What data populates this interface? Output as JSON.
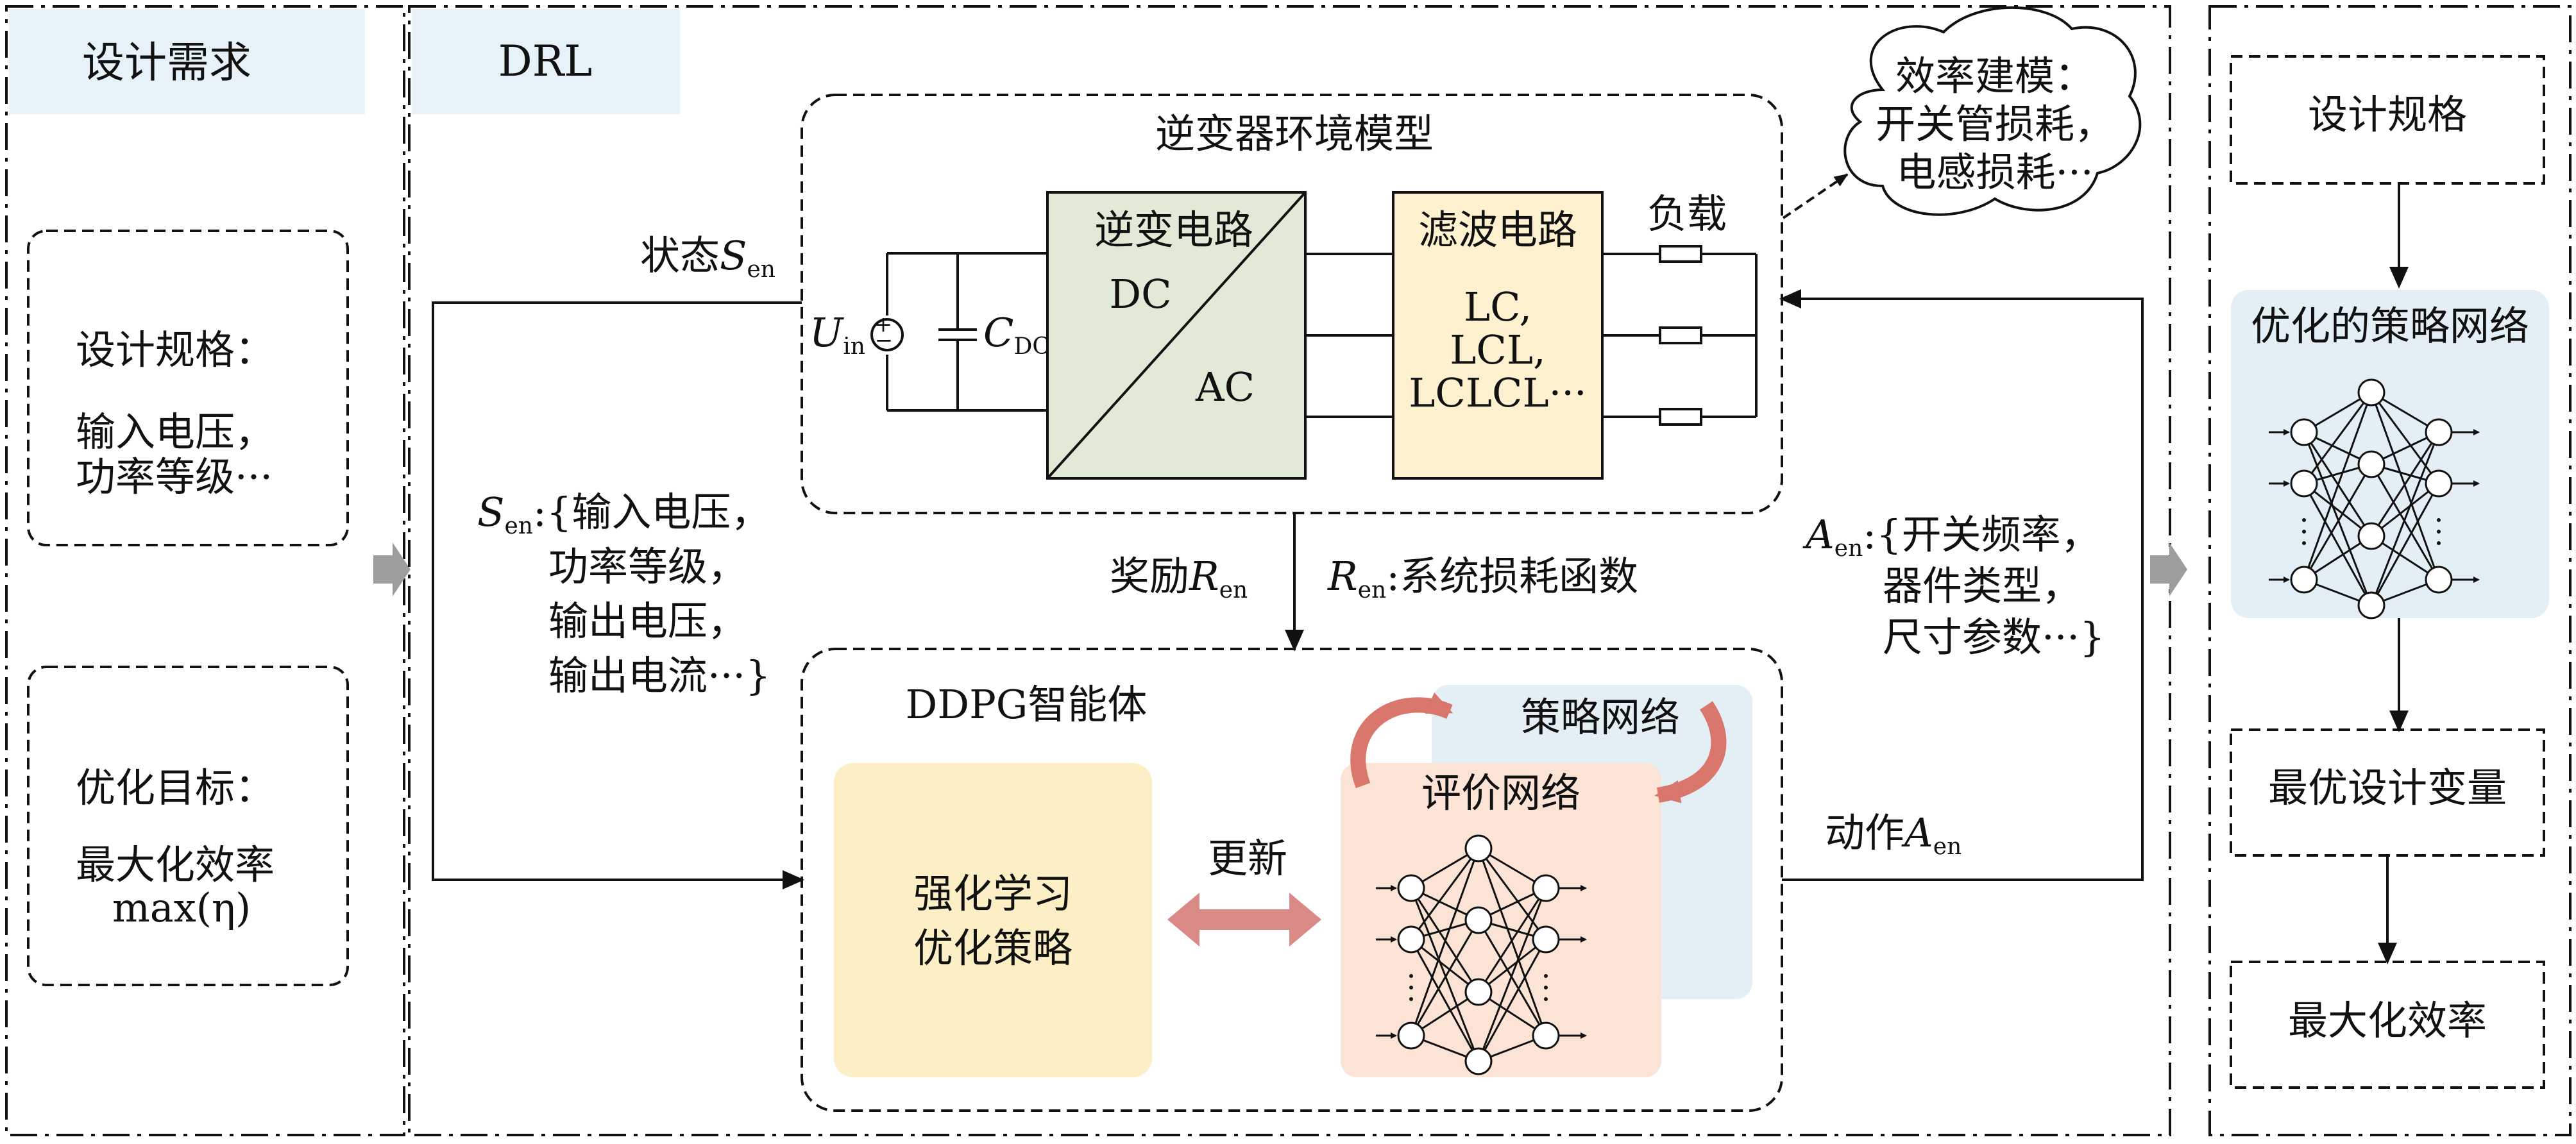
{
  "left": {
    "header": "设计需求",
    "spec_box": {
      "title": "设计规格：",
      "line1": "输入电压，",
      "line2": "功率等级···"
    },
    "goal_box": {
      "title": "优化目标：",
      "line1": "最大化效率",
      "line2": "max(η)"
    }
  },
  "middle": {
    "header": "DRL",
    "env": {
      "title": "逆变器环境模型",
      "inverter": {
        "title": "逆变电路",
        "dc": "DC",
        "ac": "AC"
      },
      "filter": {
        "title": "滤波电路",
        "line1": "LC,",
        "line2": "LCL,",
        "line3": "LCLCL···"
      },
      "load_label": "负载",
      "uin": {
        "main": "U",
        "sub": "in"
      },
      "cdc": {
        "main": "C",
        "sub": "DC"
      }
    },
    "cloud": {
      "line1": "效率建模：",
      "line2": "开关管损耗，",
      "line3": "电感损耗···"
    },
    "state_label": {
      "prefix": "状态",
      "main": "S",
      "sub": "en"
    },
    "state_set": {
      "main": "S",
      "sub": "en",
      "line1": ":{输入电压，",
      "line2": "功率等级，",
      "line3": "输出电压，",
      "line4": "输出电流···}"
    },
    "reward_label": {
      "prefix": "奖励",
      "main": "R",
      "sub": "en"
    },
    "reward_def": {
      "main": "R",
      "sub": "en",
      "text": ":系统损耗函数"
    },
    "action_set": {
      "main": "A",
      "sub": "en",
      "line1": ":{开关频率，",
      "line2": "器件类型，",
      "line3": "尺寸参数···}"
    },
    "action_label": {
      "prefix": "动作",
      "main": "A",
      "sub": "en"
    },
    "agent": {
      "title": "DDPG智能体",
      "rl_box": {
        "line1": "强化学习",
        "line2": "优化策略"
      },
      "update_label": "更新",
      "policy_label": "策略网络",
      "critic_label": "评价网络"
    }
  },
  "right": {
    "spec": "设计规格",
    "policy": "优化的策略网络",
    "optimal_vars": "最优设计变量",
    "max_eff": "最大化效率"
  },
  "colors": {
    "header_bg": "#e6f2f7",
    "inverter_fill": "#e1ead7",
    "filter_fill": "#fdf1cf",
    "rl_fill": "#fcefc6",
    "critic_fill": "#fbe4d6",
    "policy_fill": "#e3eff4",
    "curve_arrow": "#d9776c",
    "update_arrow": "#d98a87"
  }
}
